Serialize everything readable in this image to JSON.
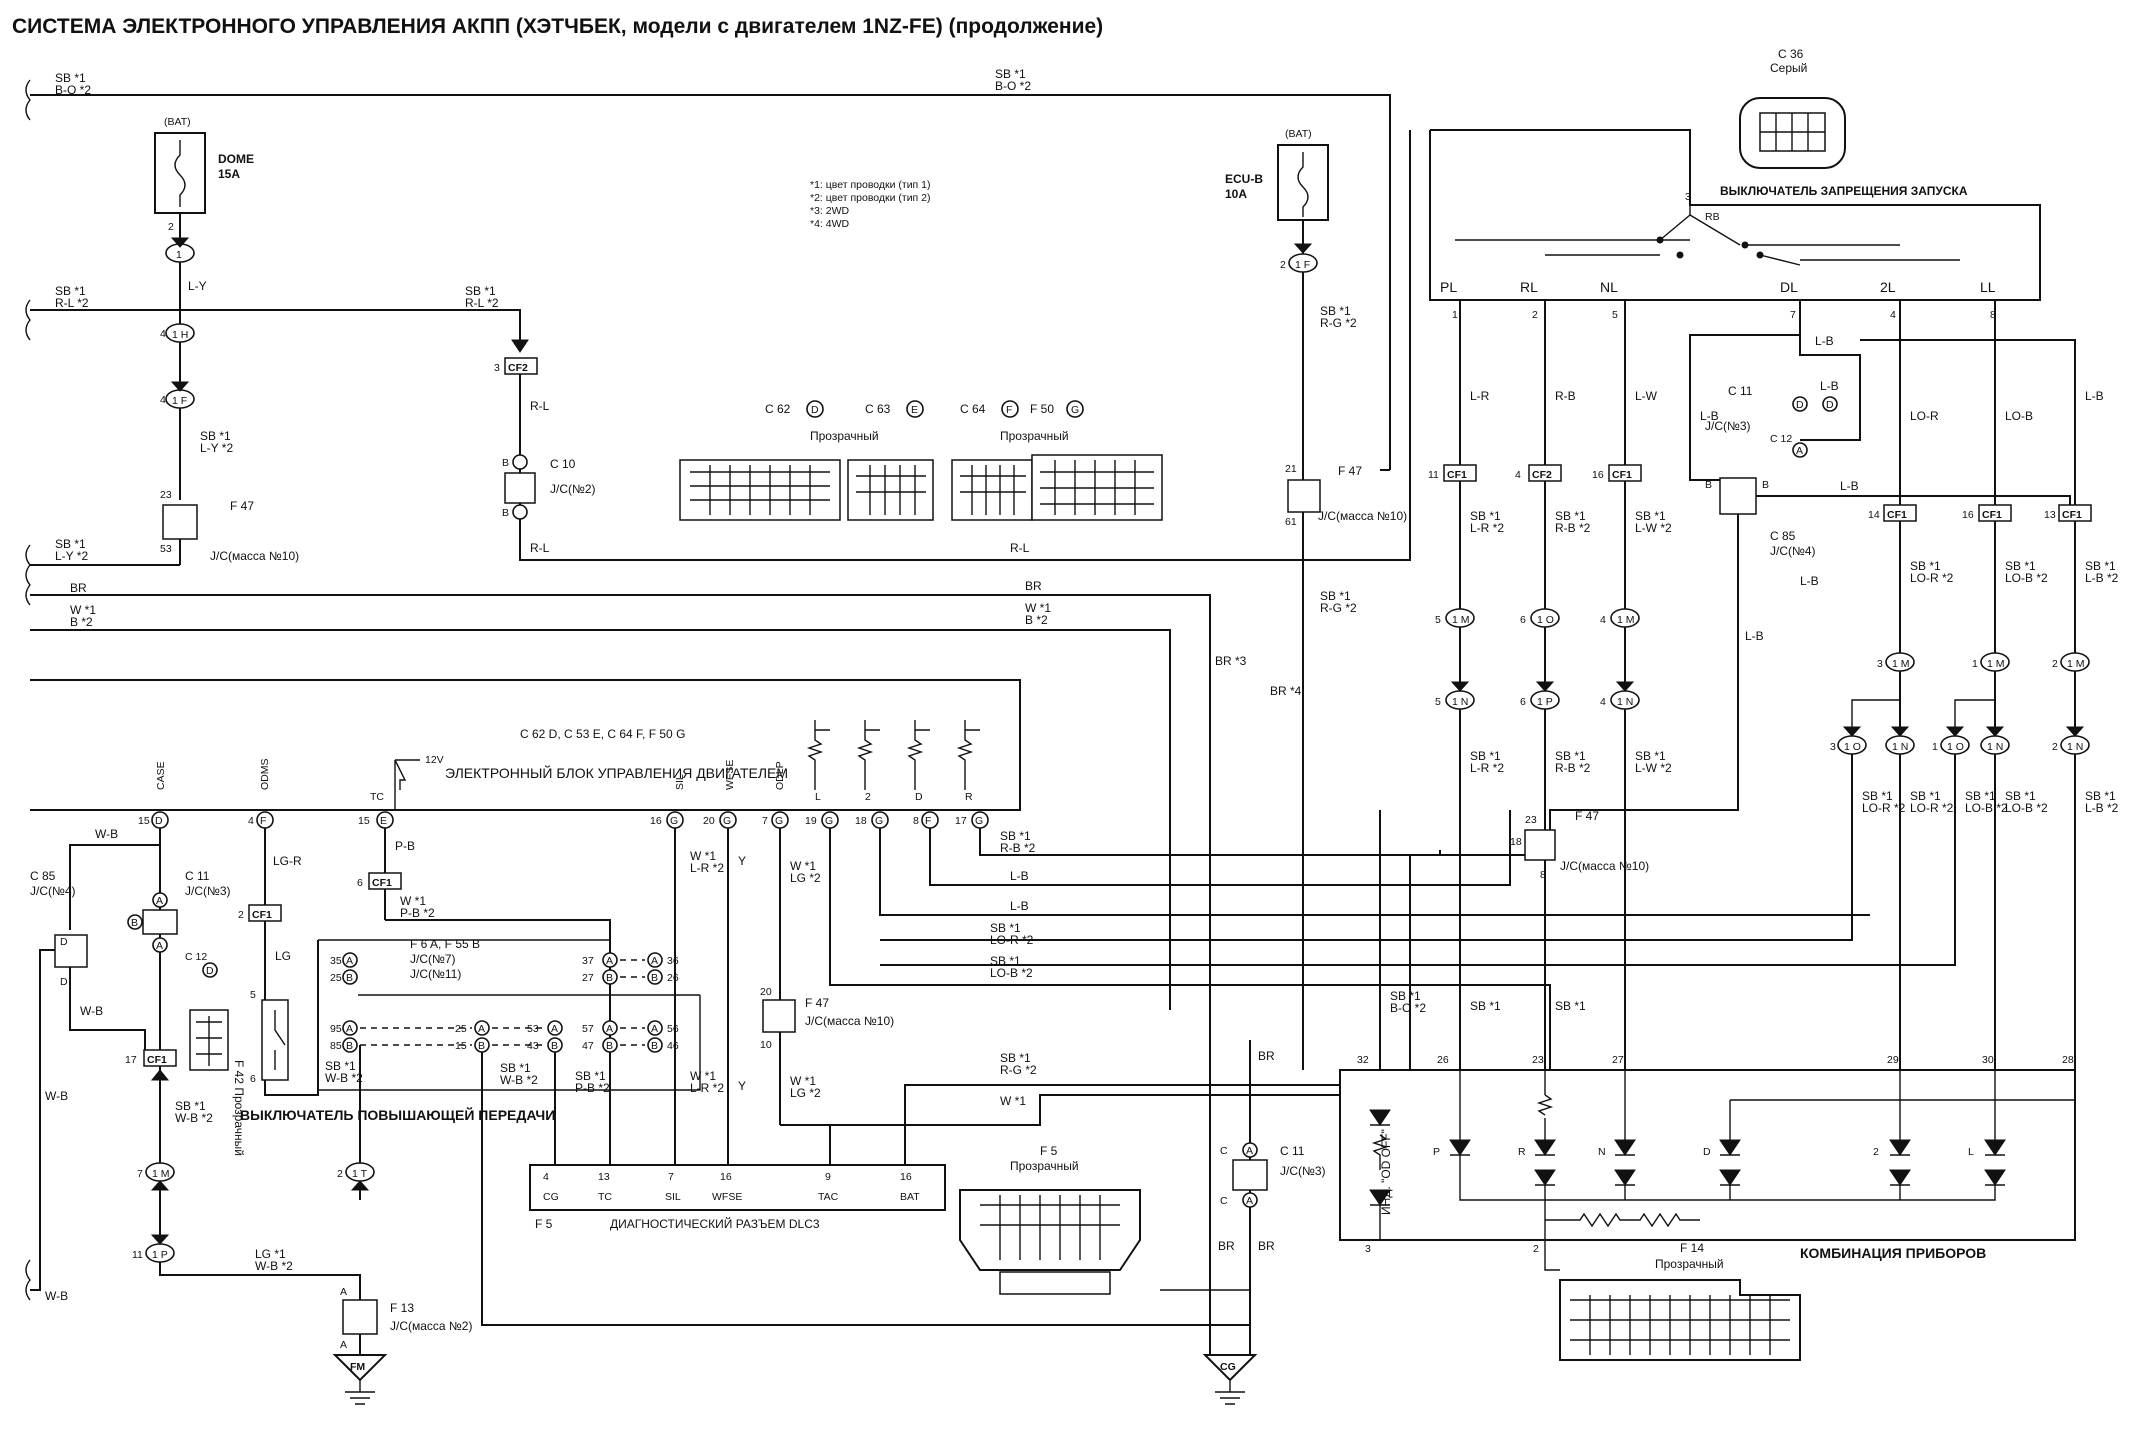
{
  "title": "СИСТЕМА ЭЛЕКТРОННОГО УПРАВЛЕНИЯ АКПП (ХЭТЧБЕК, модели с двигателем 1NZ-FE) (продолжение)",
  "notes": [
    "*1: цвет проводки (тип 1)",
    "*2: цвет проводки (тип 2)",
    "*3: 2WD",
    "*4: 4WD"
  ],
  "fuses": {
    "dome": {
      "bat": "(BAT)",
      "name": "DOME",
      "rating": "15A"
    },
    "ecub": {
      "bat": "(BAT)",
      "name": "ECU-B",
      "rating": "10A"
    }
  },
  "connectors_legend": {
    "items": [
      "C 62",
      "D",
      "C 63",
      "E",
      "C 64",
      "F",
      "F 50",
      "G"
    ],
    "transparent_1": "Прозрачный",
    "transparent_2": "Прозрачный"
  },
  "c36": {
    "id": "C 36",
    "color": "Серый"
  },
  "components": {
    "ecu": "ЭЛЕКТРОННЫЙ БЛОК УПРАВЛЕНИЯ ДВИГАТЕЛЕМ",
    "ecu_refs": "C 62 D, C 53 E, C 64 F, F 50 G",
    "ecu_12v": "12V",
    "nss": "ВЫКЛЮЧАТЕЛЬ ЗАПРЕЩЕНИЯ ЗАПУСКА",
    "od_switch": "ВЫКЛЮЧАТЕЛЬ ПОВЫШАЮЩЕЙ ПЕРЕДАЧИ",
    "dlc3": "ДИАГНОСТИЧЕСКИЙ РАЗЪЕМ DLC3",
    "dlc3_ref": "F 5",
    "f5": {
      "id": "F 5",
      "type": "Прозрачный"
    },
    "cluster": "КОМБИНАЦИЯ ПРИБОРОВ",
    "f14": {
      "id": "F 14",
      "type": "Прозрачный"
    },
    "od_off": "ИНД. \"OD OFF\"",
    "f42": "F 42 Прозрачный"
  },
  "jc": {
    "jc2": "J/C(№2)",
    "c10": "C 10",
    "jc10a": "J/C(масса №10)",
    "f47a": "F 47",
    "jc10b": "J/C(масса №10)",
    "f47b": "F 47",
    "jc10c": "J/C(масса №10)",
    "f47c": "F 47",
    "jc10d": "J/C(масса №10)",
    "f47d": "F 47",
    "jc3a": "J/C(№3)",
    "c11a": "C 11",
    "jc3b": "J/C(№3)",
    "c11b": "C 11",
    "jc3c": "J/C(№3)",
    "c11c": "C 11",
    "jc4a": "J/C(№4)",
    "c85a": "C 85",
    "jc4b": "J/C(№4)",
    "c85b": "C 85",
    "jc7": "J/C(№7)",
    "jc11": "J/C(№11)",
    "f6f55": "F 6 A, F 55 B",
    "jcm2": "J/C(масса №2)",
    "f13": "F 13",
    "c12": "C 12"
  },
  "grounds": {
    "fm": "FM",
    "cg": "CG"
  },
  "ecu_pins": [
    "CASE",
    "ODMS",
    "TC",
    "SIL",
    "WFSE",
    "ODLP",
    "L",
    "2",
    "D",
    "R"
  ],
  "ecu_pin_nums": [
    "15",
    "4",
    "15",
    "16",
    "20",
    "7",
    "19",
    "18",
    "8",
    "17"
  ],
  "nss_pins": [
    "PL",
    "RL",
    "NL",
    "DL",
    "2L",
    "LL"
  ],
  "nss_pin_nums": [
    "1",
    "2",
    "5",
    "7",
    "4",
    "8"
  ],
  "nss_rb": "RB",
  "dlc_pins": [
    "CG",
    "TC",
    "SIL",
    "WFSE",
    "TAC",
    "BAT"
  ],
  "dlc_pin_nums": [
    "4",
    "13",
    "7",
    "16",
    "9",
    "16"
  ],
  "cluster_lamps": [
    "P",
    "R",
    "N",
    "D",
    "2",
    "L"
  ],
  "cluster_pins": [
    "32",
    "26",
    "23",
    "27",
    "29",
    "30",
    "28",
    "3",
    "2"
  ],
  "wire_labels": {
    "sb_bo": "SB *1",
    "bo2": "B-O *2",
    "sb_bo_b": "SB *1",
    "bo2_b": "B-O *2",
    "rl": "R-L",
    "rl2": "R-L",
    "rl3": "R-L",
    "ly": "L-Y",
    "sb_rl": "SB *1",
    "rl_2": "R-L *2",
    "sb_rl_b": "SB *1",
    "rl_2b": "R-L *2",
    "sb_ly": "SB *1",
    "ly_2": "L-Y *2",
    "sb_ly_b": "SB *1",
    "ly_2b": "L-Y *2",
    "br": "BR",
    "br_b": "BR",
    "w1": "W *1",
    "b2": "B *2",
    "w1b": "W *1",
    "b2b": "B *2",
    "br3": "BR *3",
    "br4": "BR *4",
    "sb_rg": "SB *1",
    "rg2": "R-G *2",
    "sb_rg_b": "SB *1",
    "rg2_b": "R-G *2",
    "wb": "W-B",
    "wb2": "W-B",
    "wb3": "W-B",
    "wb4": "W-B",
    "log": "LG-R",
    "lg": "LG",
    "pb": "P-B",
    "wpb": "W *1",
    "pb2": "P-B *2",
    "y": "Y",
    "y2": "Y",
    "lb": "L-B",
    "lb2": "L-B",
    "lb3": "L-B",
    "lb4": "L-B",
    "lb5": "L-B",
    "lb6": "L-B",
    "lr": "L-R",
    "rb": "R-B",
    "lw": "L-W",
    "lor": "LO-R",
    "lob": "LO-B",
    "sb_rb": "SB *1",
    "rb_2": "R-B *2",
    "sb_lor": "SB *1",
    "lor_2": "LO-R *2",
    "sb_lob": "SB *1",
    "lob_2": "LO-B *2",
    "sb_wb": "SB *1",
    "wb_2": "W-B *2",
    "w1c": "W *1",
    "lg2": "LG *2",
    "w1d": "W *1",
    "lg2b": "LG *2",
    "sb_rg_c": "SB *1",
    "rg2_c": "R-G *2",
    "lg_w": "LG *1",
    "wb_w": "W-B *2",
    "sb_wb_b": "SB *1",
    "wb_2b": "W-B *2",
    "br_c": "BR",
    "br_d": "BR",
    "br_e": "BR",
    "lb_d": "L-B",
    "lb_e": "L-B",
    "sb_lr": "SB *1",
    "lr_2": "L-R *2",
    "sb_lw": "SB *1",
    "lw_2": "L-W *2",
    "lr_w": "L-R",
    "rb_w": "R-B",
    "lw_w": "L-W",
    "lor_w": "LO-R",
    "lob_w": "LO-B",
    "lb_w": "L-B",
    "sb_lr_b": "SB *1",
    "lr_2b": "L-R *2",
    "sb_rb_b": "SB *1",
    "rb_2b": "R-B *2",
    "sb_lw_b": "SB *1",
    "lw_2b": "L-W *2",
    "sb_lor_b": "SB *1",
    "lor_2b": "LO-R *2",
    "sb_lob_b": "SB *1",
    "lob_2b": "LO-B *2",
    "sb_lb": "SB *1",
    "lb_2": "L-B *2",
    "sb_lb_b": "SB *1",
    "lb_2b": "L-B *2",
    "sb_lor_c": "SB *1",
    "lor_2c": "LO-R *2",
    "sb_lob_c": "SB *1",
    "lob_2c": "LO-B *2",
    "sb_lb_c": "SB *1",
    "lb_2c": "L-B *2",
    "sb_lb_d": "SB *1",
    "lb_2d": "L-B *2",
    "sb_lr_c": "SB *1",
    "lr_2c": "L-R *2",
    "sb_rb_c": "SB *1",
    "rb_2c": "R-B *2",
    "sb_lw_c": "SB *1",
    "lw_2c": "L-W *2",
    "sb_bo_c": "SB *1",
    "bo_2c": "B-O *2",
    "wb_sb": "SB *1",
    "wb_sb2": "W-B *2",
    "w_pb": "W *1",
    "pb_2": "P-B *2",
    "sb_wb_c": "SB *1",
    "wb_2c": "W-B *2",
    "sb_pb": "SB *1",
    "pb_2b": "P-B *2",
    "w_lr": "W *1",
    "lr_2d": "L-R *2",
    "w_lr_b": "W *1",
    "lr_2e": "L-R *2",
    "lo_r": "LO-R",
    "lg_r": "LG-R",
    "sb_lr_d": "SB *1",
    "lor_2d": "LO-R *2",
    "sb_lob_d": "SB *1",
    "lob_2d": "LO-B *2",
    "sb_rb_d": "SB *1",
    "rb_2d": "R-B *2"
  }
}
